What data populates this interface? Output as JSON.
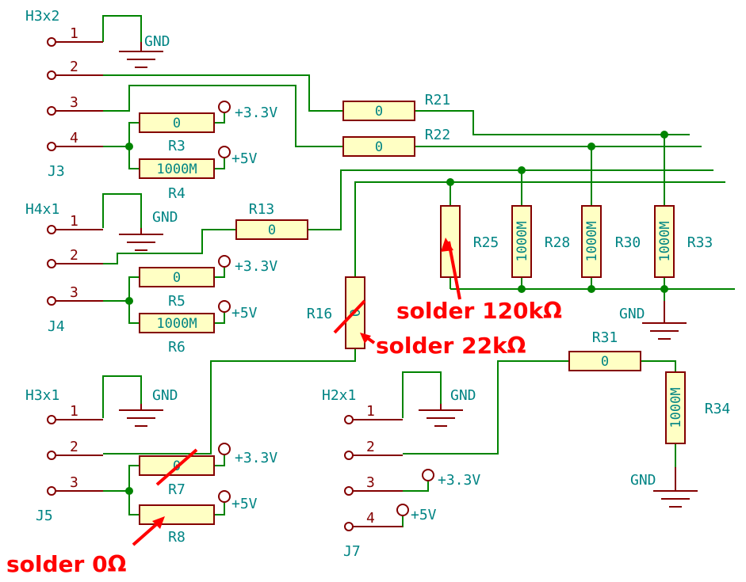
{
  "connectors": [
    {
      "name": "H3x2",
      "ref": "J3",
      "pins": [
        "1",
        "2",
        "3",
        "4"
      ]
    },
    {
      "name": "H4x1",
      "ref": "J4",
      "pins": [
        "1",
        "2",
        "3"
      ]
    },
    {
      "name": "H3x1",
      "ref": "J5",
      "pins": [
        "1",
        "2",
        "3"
      ]
    },
    {
      "name": "H2x1",
      "ref": "J7",
      "pins": [
        "1",
        "2",
        "3",
        "4"
      ]
    }
  ],
  "resistors": {
    "R3": {
      "ref": "R3",
      "value": "0"
    },
    "R4": {
      "ref": "R4",
      "value": "1000M"
    },
    "R5": {
      "ref": "R5",
      "value": "0"
    },
    "R6": {
      "ref": "R6",
      "value": "1000M"
    },
    "R7": {
      "ref": "R7",
      "value": "0"
    },
    "R8": {
      "ref": "R8",
      "value": ""
    },
    "R13": {
      "ref": "R13",
      "value": "0"
    },
    "R16": {
      "ref": "R16",
      "value": "0"
    },
    "R21": {
      "ref": "R21",
      "value": "0"
    },
    "R22": {
      "ref": "R22",
      "value": "0"
    },
    "R25": {
      "ref": "R25",
      "value": ""
    },
    "R28": {
      "ref": "R28",
      "value": "1000M"
    },
    "R30": {
      "ref": "R30",
      "value": "1000M"
    },
    "R31": {
      "ref": "R31",
      "value": "0"
    },
    "R33": {
      "ref": "R33",
      "value": "1000M"
    },
    "R34": {
      "ref": "R34",
      "value": "1000M"
    }
  },
  "power": {
    "v33": "+3.3V",
    "v5": "+5V",
    "gnd": "GND"
  },
  "annotations": {
    "r25": "solder 120kΩ",
    "r16": "solder 22kΩ",
    "r8": "solder 0Ω"
  },
  "colors": {
    "wire": "#008400",
    "component": "#840000",
    "label": "#008484",
    "fill": "#ffffc4",
    "annotation": "#ff0000"
  }
}
